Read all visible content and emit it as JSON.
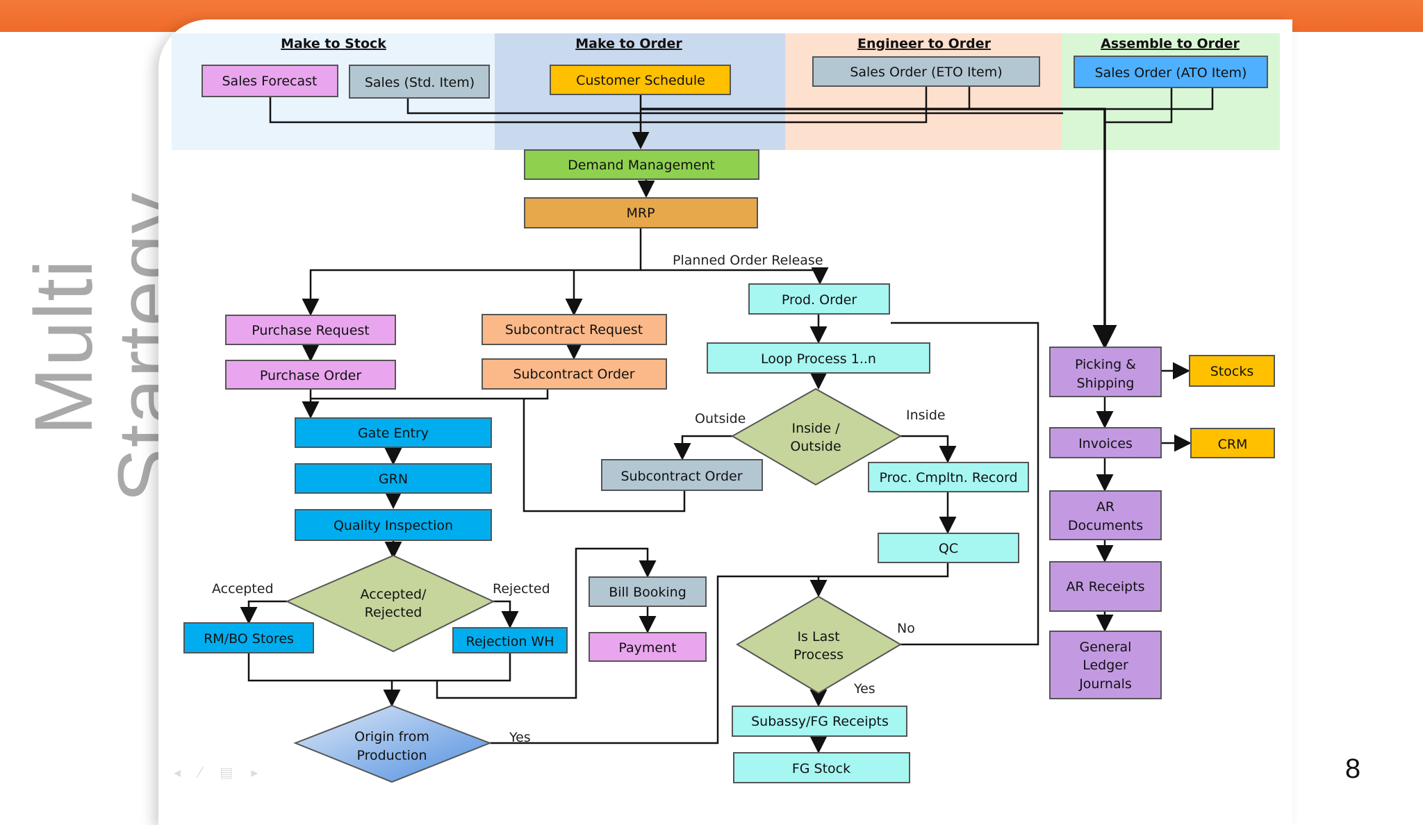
{
  "slide": {
    "title": "Multi Startegy",
    "page_number": "8",
    "accent_color": "#f47a3a"
  },
  "strategies": {
    "mts": "Make to Stock",
    "mto": "Make to Order",
    "eto": "Engineer to Order",
    "ato": "Assemble to Order"
  },
  "nodes": {
    "sales_forecast": "Sales Forecast",
    "sales_std_item": "Sales (Std. Item)",
    "customer_schedule": "Customer Schedule",
    "sales_order_eto": "Sales Order (ETO Item)",
    "sales_order_ato": "Sales Order (ATO Item)",
    "demand_management": "Demand Management",
    "mrp": "MRP",
    "prod_order": "Prod. Order",
    "purchase_request": "Purchase Request",
    "purchase_order": "Purchase Order",
    "subcontract_request": "Subcontract Request",
    "subcontract_order_1": "Subcontract Order",
    "loop_process": "Loop Process 1..n",
    "inside_outside": [
      "Inside /",
      "Outside"
    ],
    "subcontract_order_2": "Subcontract Order",
    "proc_cmpltn_record": "Proc. Cmpltn. Record",
    "qc": "QC",
    "gate_entry": "Gate Entry",
    "grn": "GRN",
    "quality_inspection": "Quality Inspection",
    "accepted_rejected": [
      "Accepted/",
      "Rejected"
    ],
    "rm_bo_stores": "RM/BO Stores",
    "rejection_wh": "Rejection WH",
    "origin_from_production": [
      "Origin from",
      "Production"
    ],
    "bill_booking": "Bill Booking",
    "payment": "Payment",
    "is_last_process": [
      "Is Last",
      "Process"
    ],
    "subassy_fg_receipts": "Subassy/FG Receipts",
    "fg_stock": "FG Stock",
    "picking_shipping": [
      "Picking &",
      "Shipping"
    ],
    "stocks": "Stocks",
    "invoices": "Invoices",
    "crm": "CRM",
    "ar_documents": [
      "AR",
      "Documents"
    ],
    "ar_receipts": "AR Receipts",
    "general_ledger_journals": [
      "General",
      "Ledger",
      "Journals"
    ]
  },
  "edge_labels": {
    "planned_order_release": "Planned Order Release",
    "outside": "Outside",
    "inside": "Inside",
    "accepted": "Accepted",
    "rejected": "Rejected",
    "no": "No",
    "yes_last": "Yes",
    "yes_origin": "Yes"
  },
  "colors": {
    "band_mts": "#eaf4fc",
    "band_mto": "#c9d9ee",
    "band_eto": "#fde0cd",
    "band_ato": "#d9f7d5",
    "pink": "#e9a6ee",
    "gray": "#b3c7d2",
    "yellow": "#ffc000",
    "blue": "#4fb0ff",
    "green": "#8fd14f",
    "mrp": "#e6a84a",
    "cyan": "#a6f6f2",
    "peach": "#fbb98a",
    "deep_blue": "#00aeef",
    "diamond": "#c5d59c",
    "purple": "#c39ae2"
  }
}
